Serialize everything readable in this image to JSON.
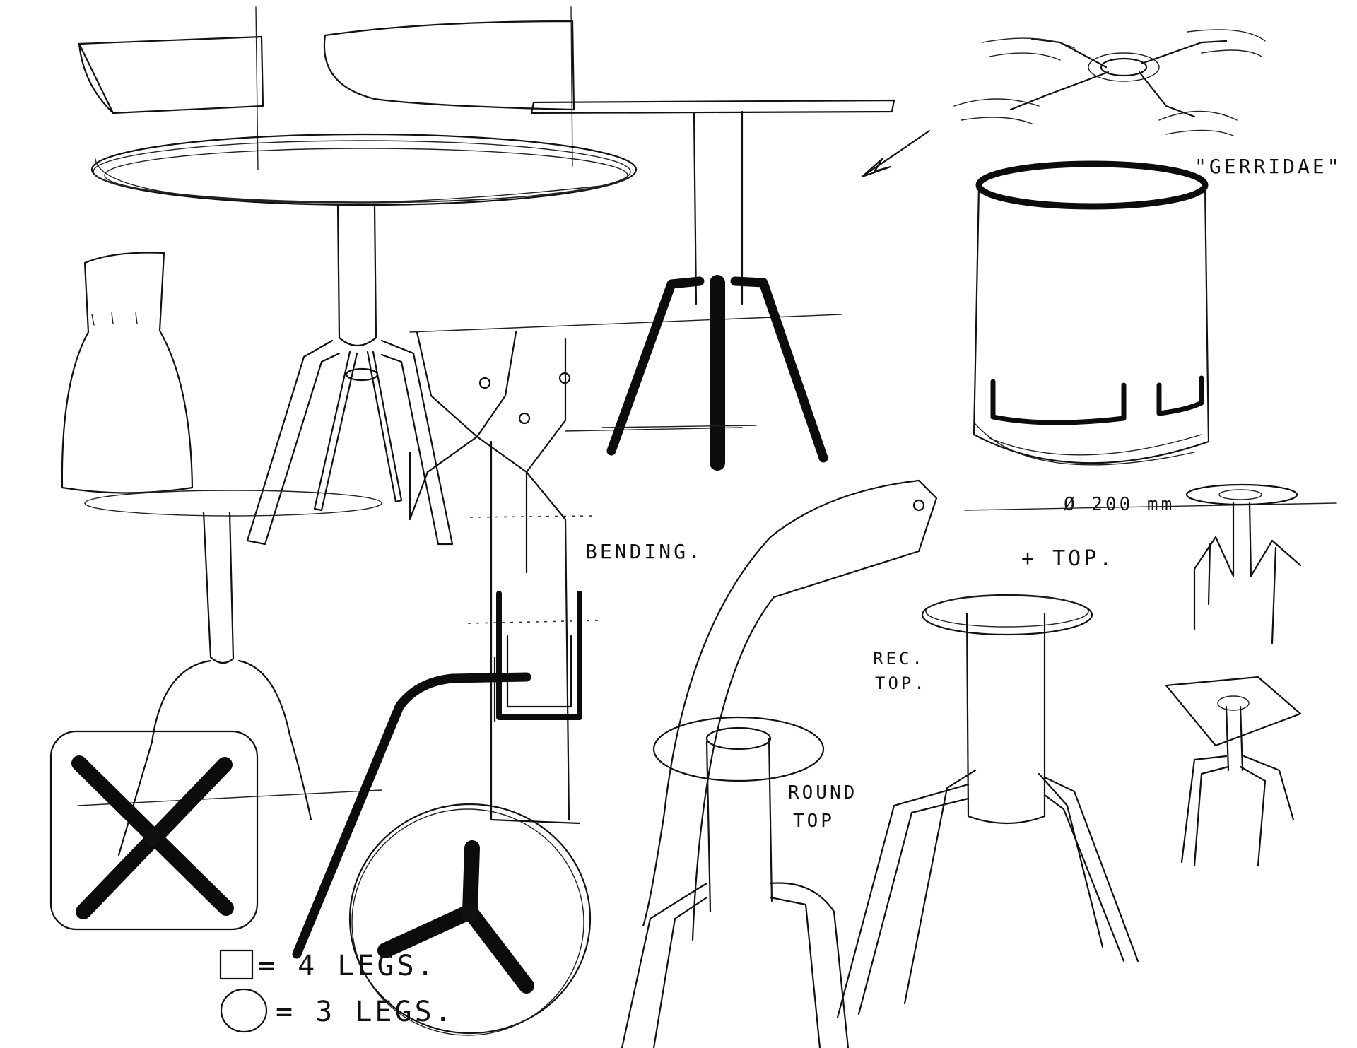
{
  "annotations": {
    "gerridae": "\"GERRIDAE\"",
    "bending": "BENDING.",
    "diameter": "Ø 200 mm",
    "plus_top": "+ TOP.",
    "rect_top_1": "REC.",
    "rect_top_2": "TOP.",
    "round_top_1": "ROUND",
    "round_top_2": "TOP",
    "legend_square": "= 4 LEGS.",
    "legend_circle": "= 3 LEGS."
  },
  "colors": {
    "ink": "#111111",
    "paper": "#ffffff"
  }
}
